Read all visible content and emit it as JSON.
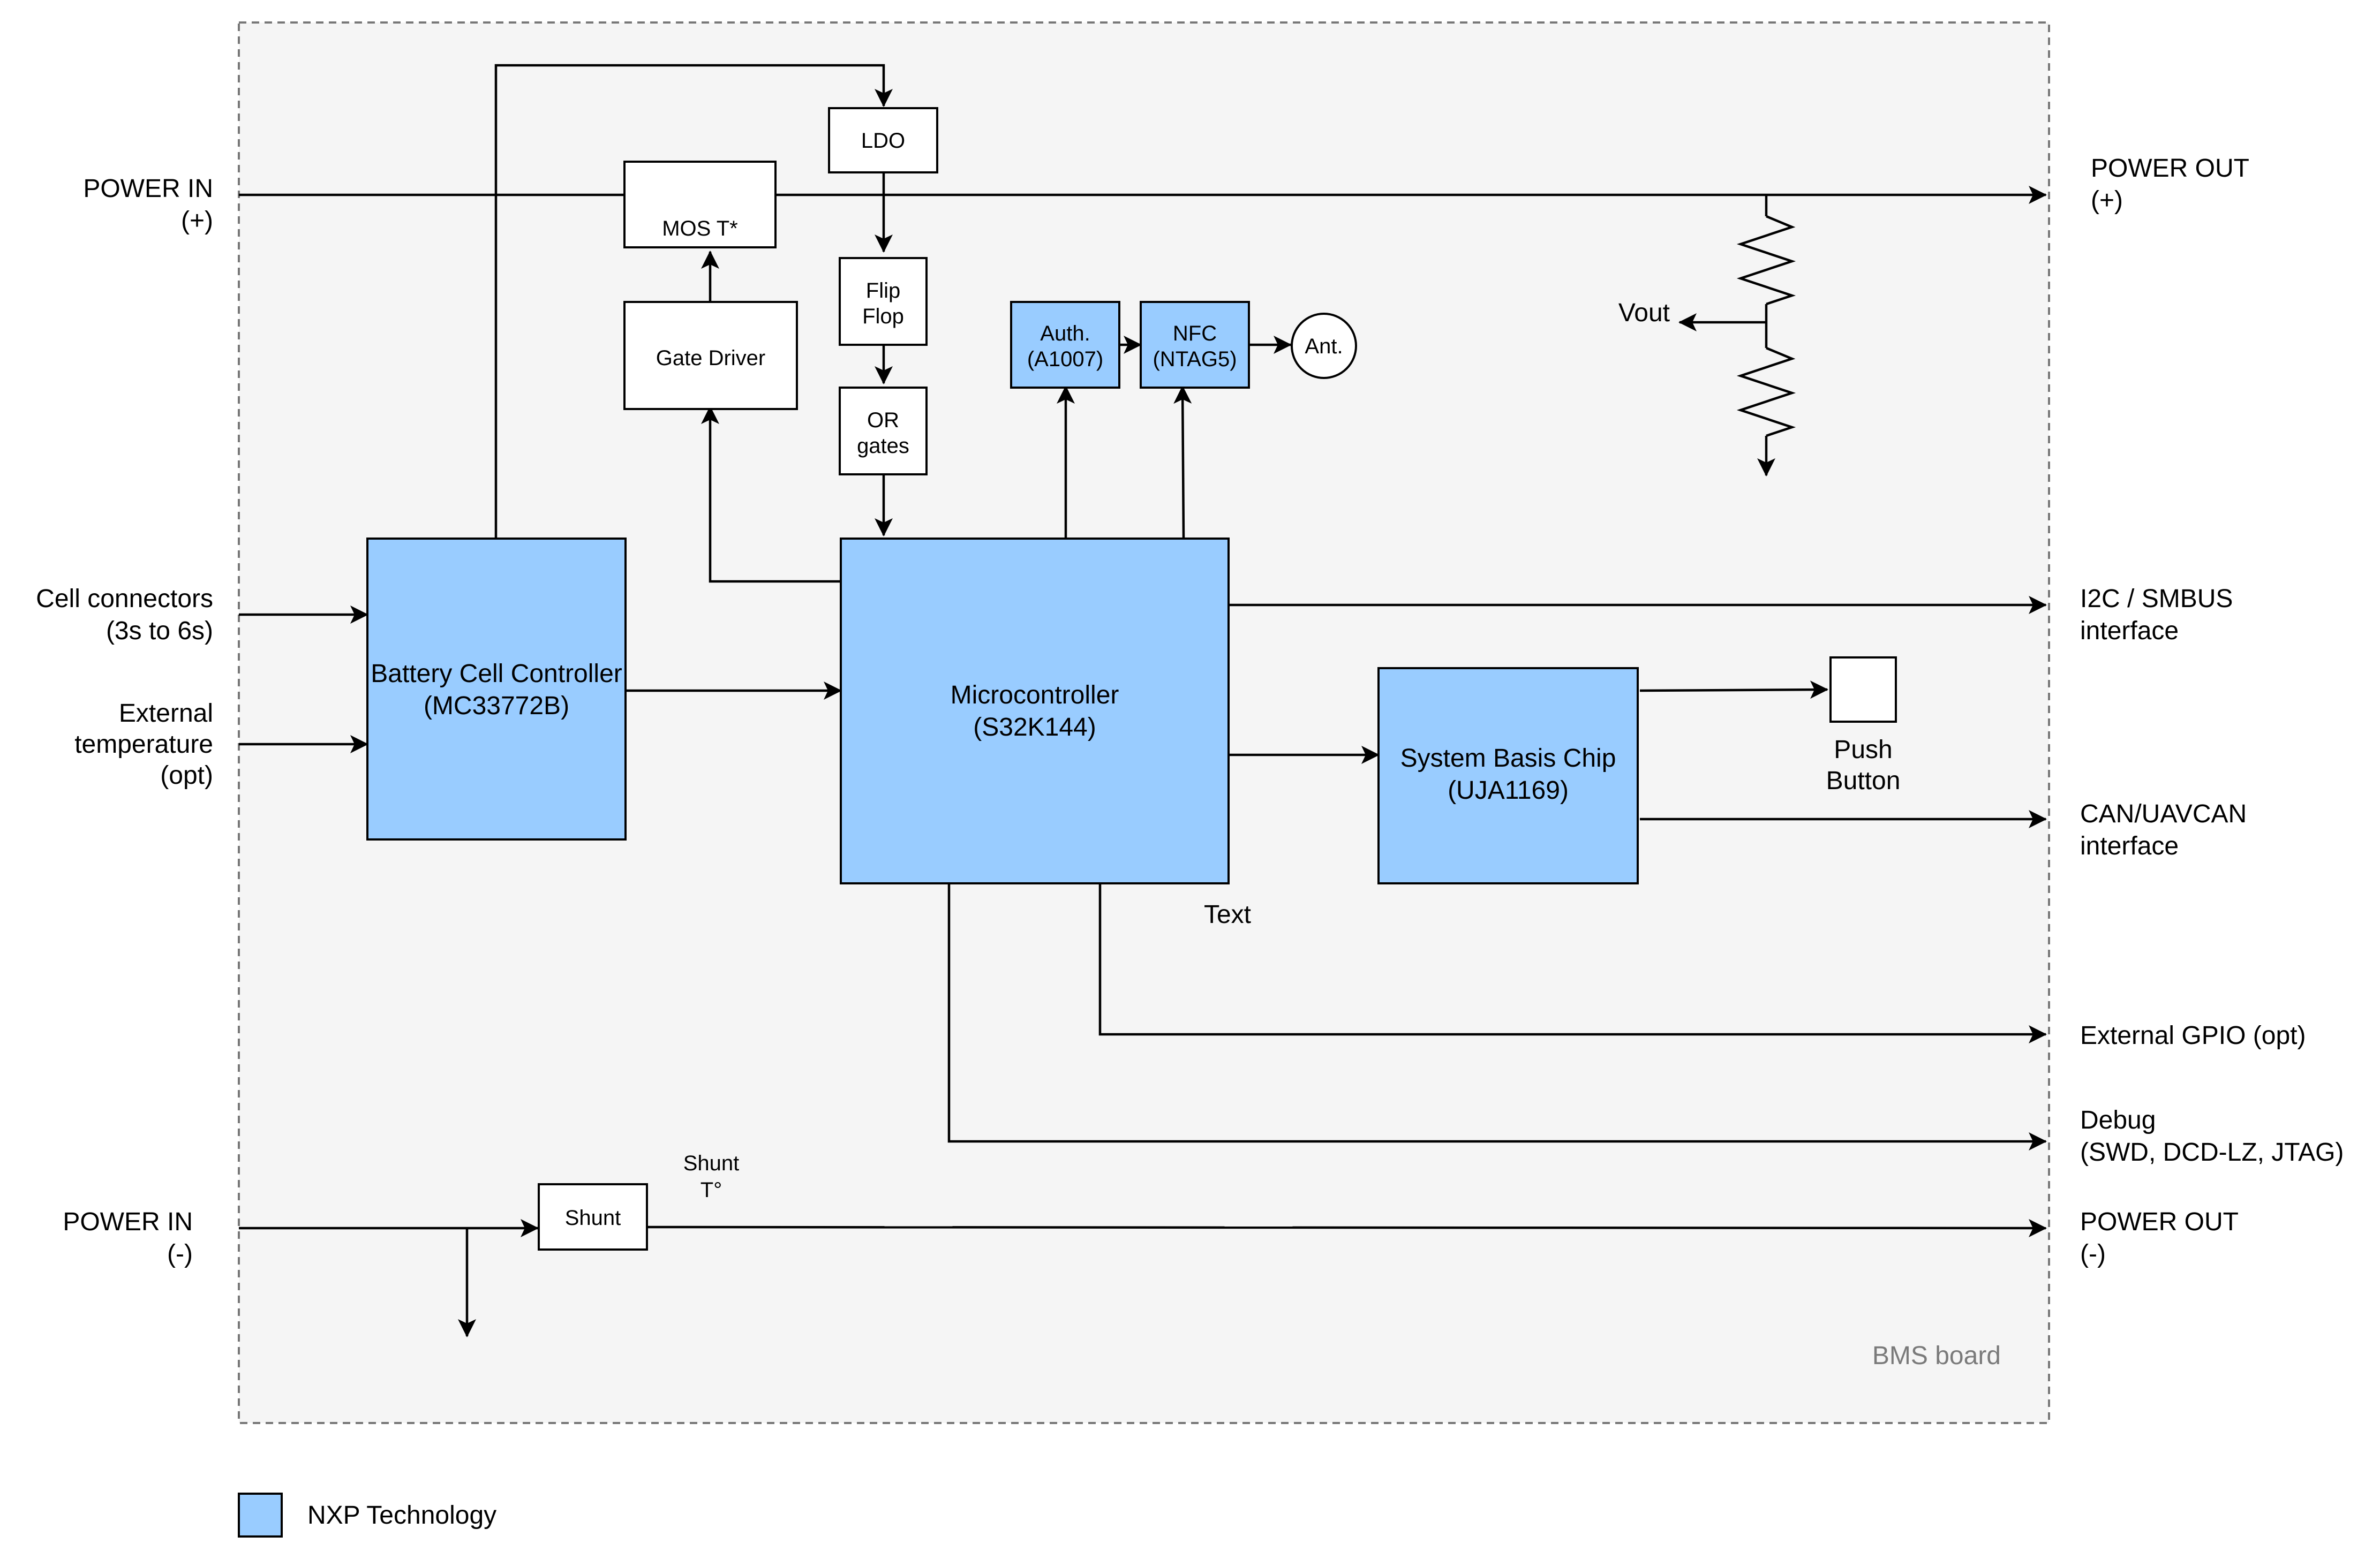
{
  "board_label": "BMS board",
  "legend": {
    "swatch_color": "#99ccff",
    "label": "NXP Technology"
  },
  "colors": {
    "board_bg": "#f5f5f5",
    "nxp_blue": "#99ccff",
    "line": "#000000"
  },
  "blocks": {
    "ldo": "LDO",
    "mos": "MOS T*",
    "gate_driver": "Gate Driver",
    "flipflop": [
      "Flip",
      "Flop"
    ],
    "or_gates": [
      "OR",
      "gates"
    ],
    "auth": [
      "Auth.",
      "(A1007)"
    ],
    "nfc": [
      "NFC",
      "(NTAG5)"
    ],
    "antenna": "Ant.",
    "bcc": [
      "Battery Cell Controller",
      "(MC33772B)"
    ],
    "mcu": [
      "Microcontroller",
      "(S32K144)"
    ],
    "sbc": [
      "System Basis Chip",
      "(UJA1169)"
    ],
    "shunt": "Shunt",
    "push_button": [
      "Push",
      "Button"
    ]
  },
  "labels": {
    "vout": "Vout",
    "text_label": "Text",
    "shunt_temp": [
      "Shunt",
      "T°"
    ]
  },
  "inputs": {
    "power_in_pos": [
      "POWER IN",
      "(+)"
    ],
    "cell_connectors": [
      "Cell connectors",
      "(3s to 6s)"
    ],
    "ext_temp": [
      "External",
      "temperature",
      "(opt)"
    ],
    "power_in_neg": [
      "POWER IN",
      "(-)"
    ]
  },
  "outputs": {
    "power_out_pos": [
      "POWER OUT",
      "(+)"
    ],
    "i2c": [
      "I2C / SMBUS",
      "interface"
    ],
    "can": [
      "CAN/UAVCAN",
      "interface"
    ],
    "gpio": "External GPIO (opt)",
    "debug": [
      "Debug",
      "(SWD, DCD-LZ, JTAG)"
    ],
    "power_out_neg": [
      "POWER OUT",
      "(-)"
    ]
  }
}
